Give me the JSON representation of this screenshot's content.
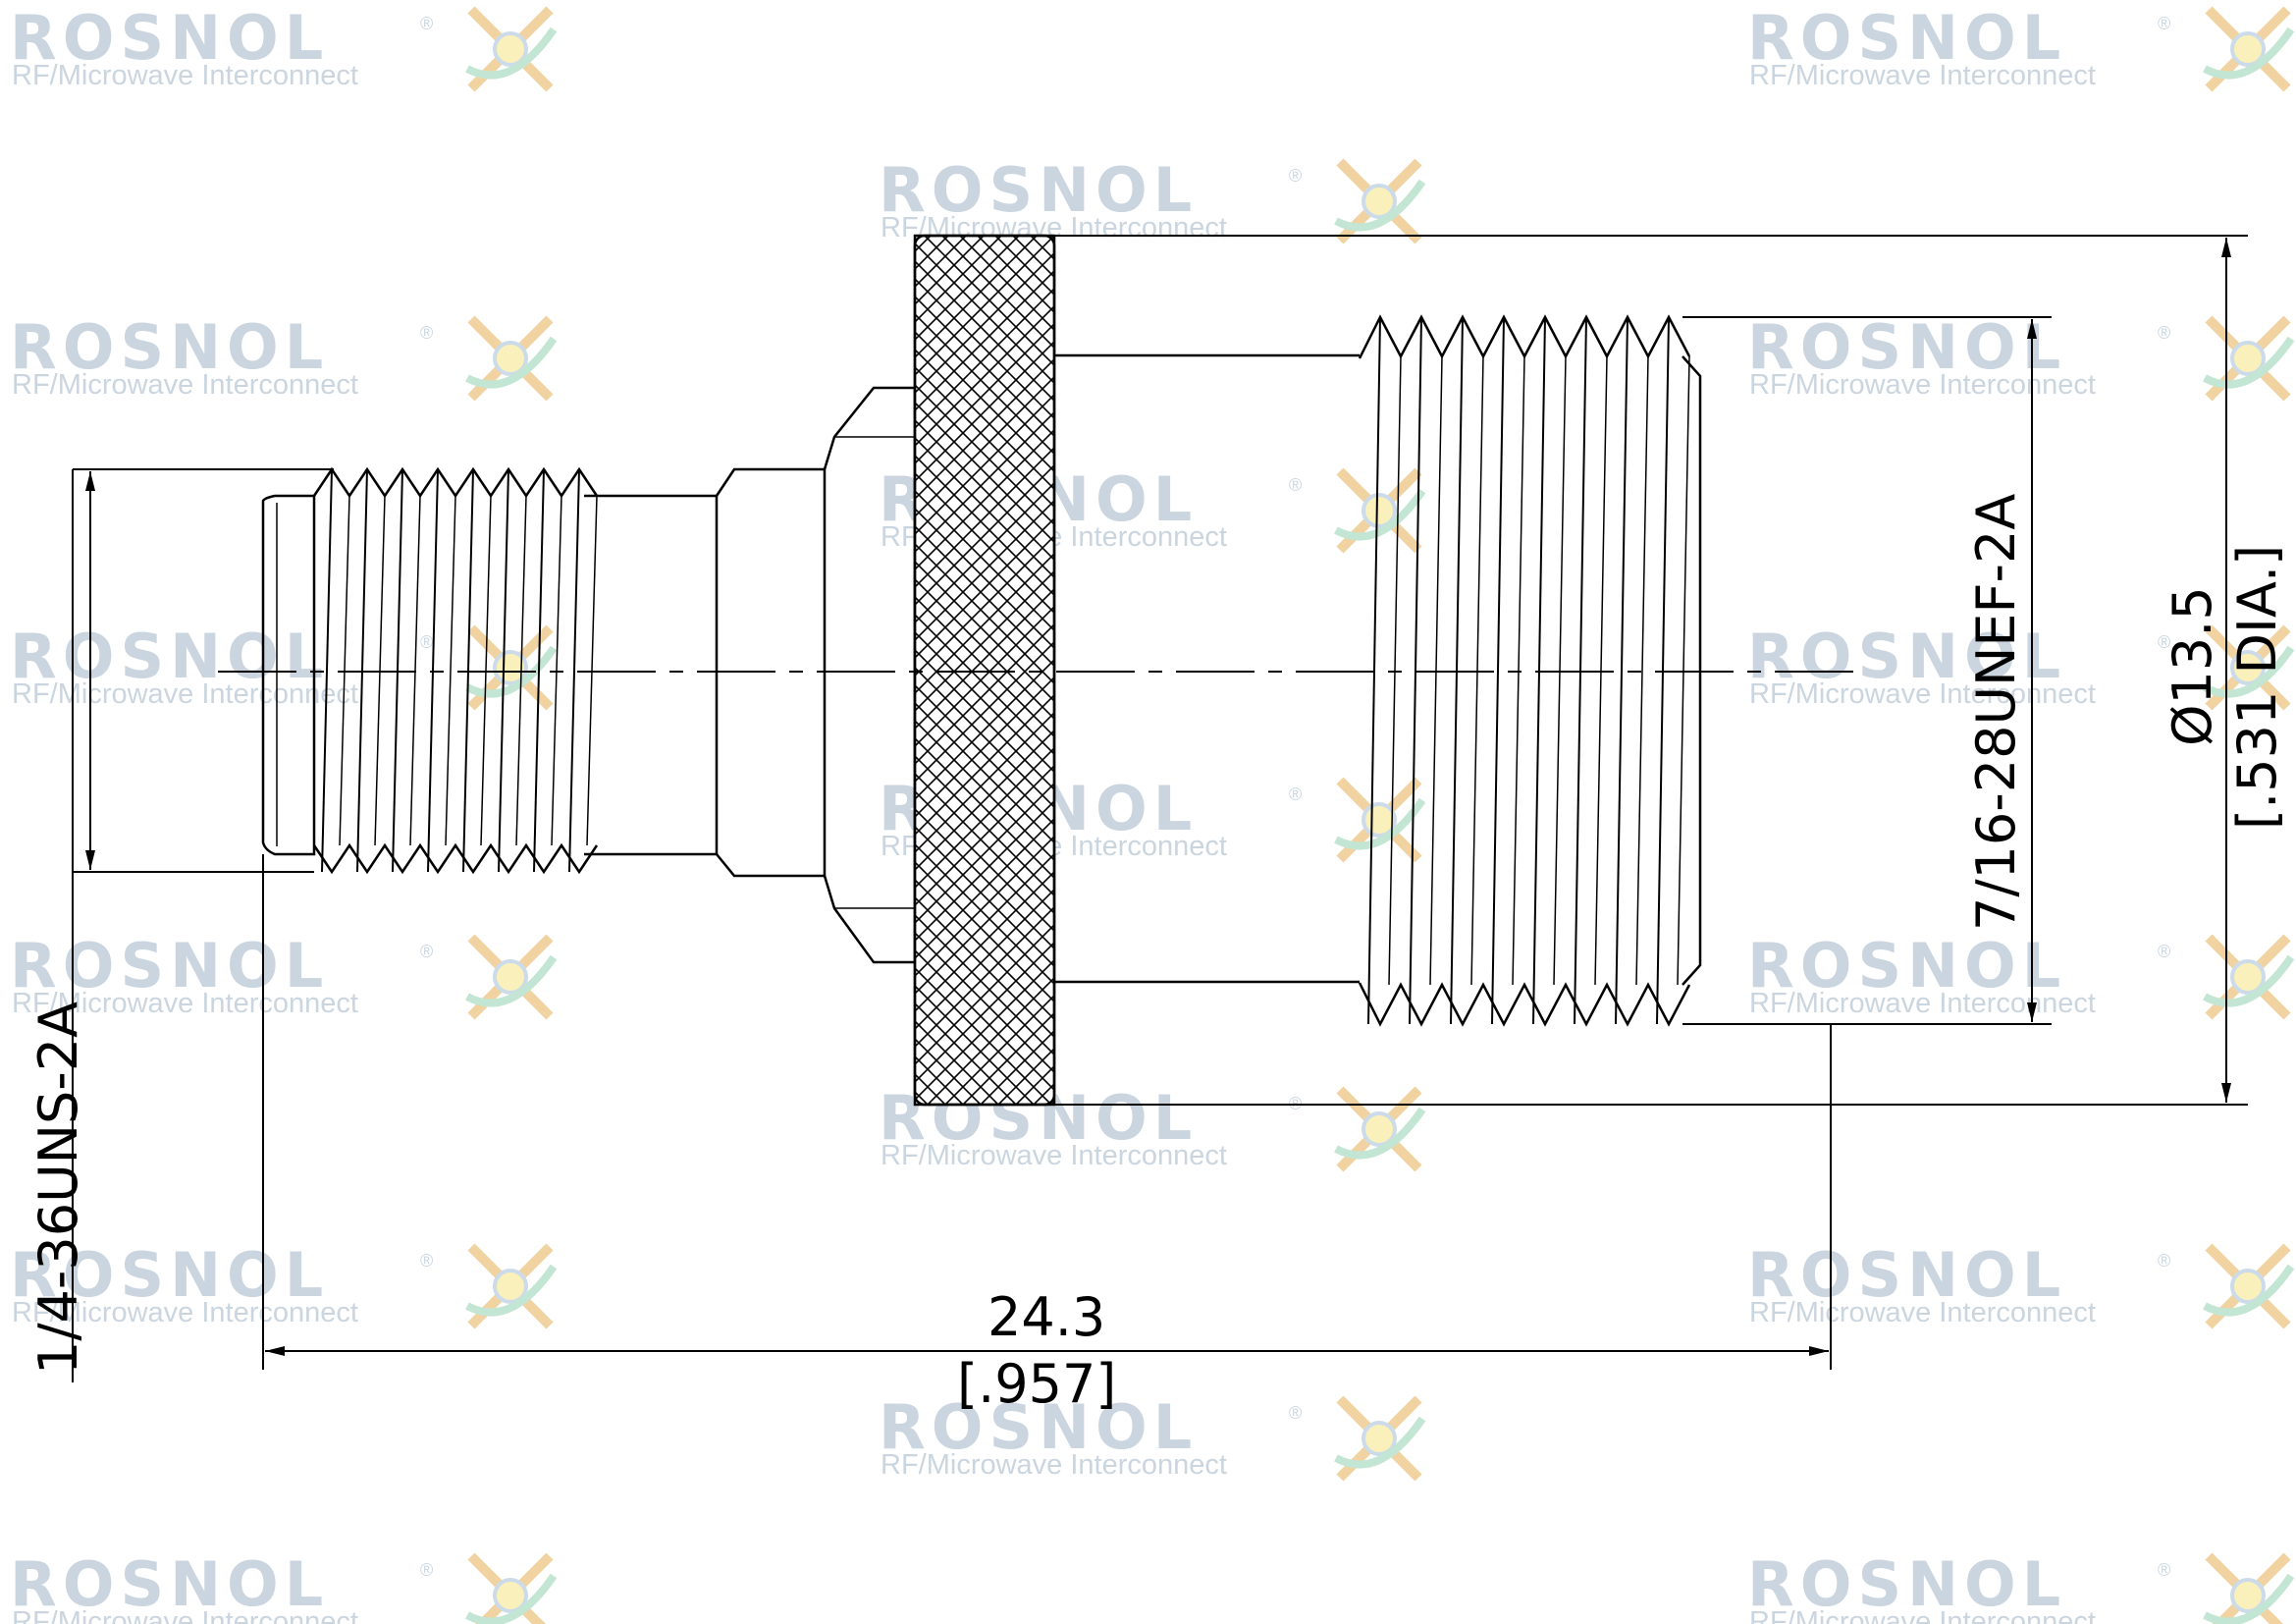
{
  "watermark": {
    "brand": "ROSNOL",
    "tagline": "RF/Microwave Interconnect",
    "registered": "®",
    "colors": {
      "text": "#9fb3c8",
      "tagline": "#b5c4d2"
    }
  },
  "dimensions": {
    "left_thread": "1/4-36UNS-2A",
    "right_thread": "7/16-28UNEF-2A",
    "diameter_mm": "Ø13.5",
    "diameter_in": "[.531 DIA.]",
    "length_mm": "24.3",
    "length_in": "[.957]"
  },
  "icons": {
    "logo": "rosnol-star-logo-icon"
  }
}
